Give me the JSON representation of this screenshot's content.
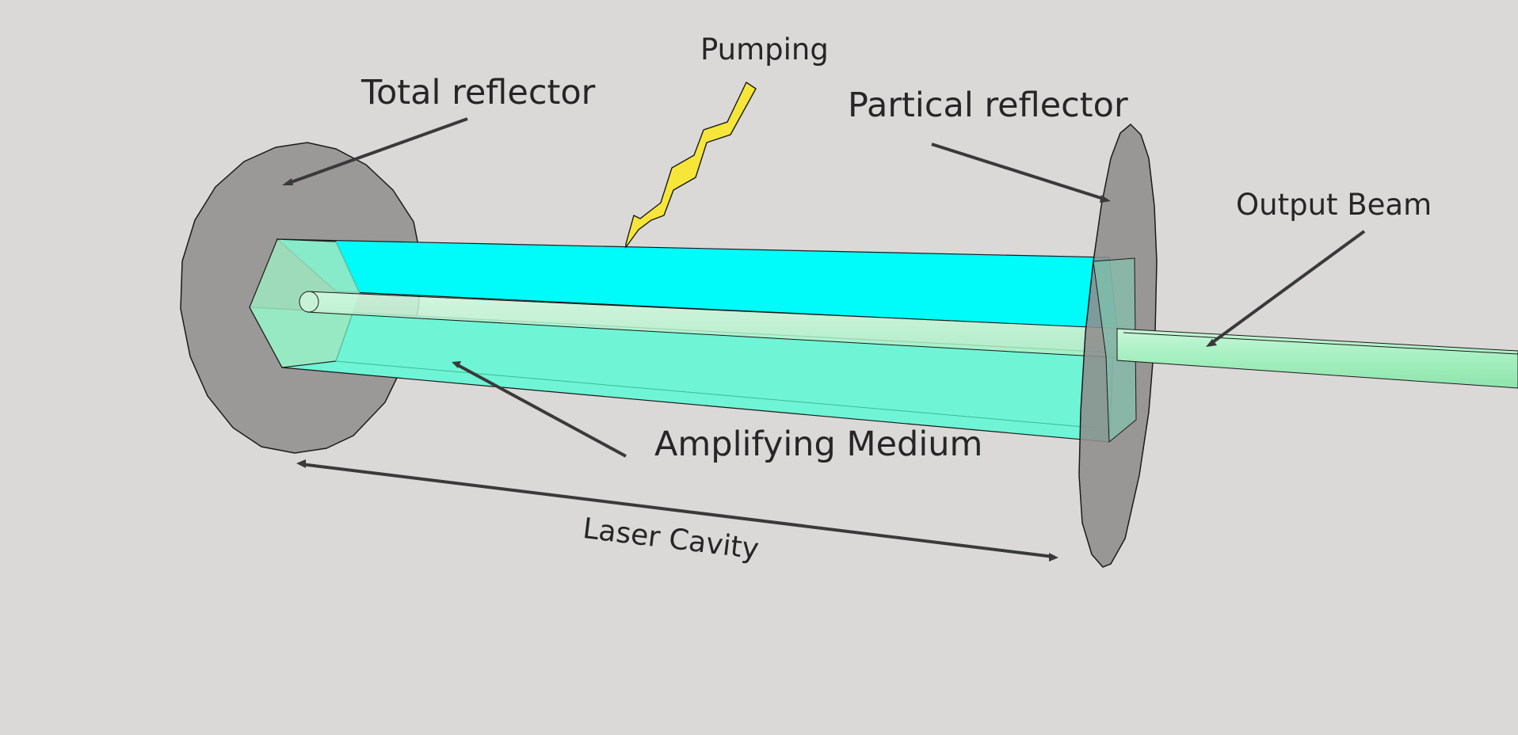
{
  "labels": {
    "pumping": "Pumping",
    "total_reflector": "Total reflector",
    "partial_reflector": "Partical reflector",
    "output_beam": "Output Beam",
    "amplifying_medium": "Amplifying Medium",
    "laser_cavity": "Laser Cavity"
  },
  "colors": {
    "background": "#dad9d7",
    "reflector": "#9a9998",
    "medium_top": "#00fbfb",
    "medium_body": "#6ff5d6",
    "beam": "#a8f0c4",
    "pump_bolt": "#f7e63a",
    "leader_line": "#3a3a3a"
  }
}
